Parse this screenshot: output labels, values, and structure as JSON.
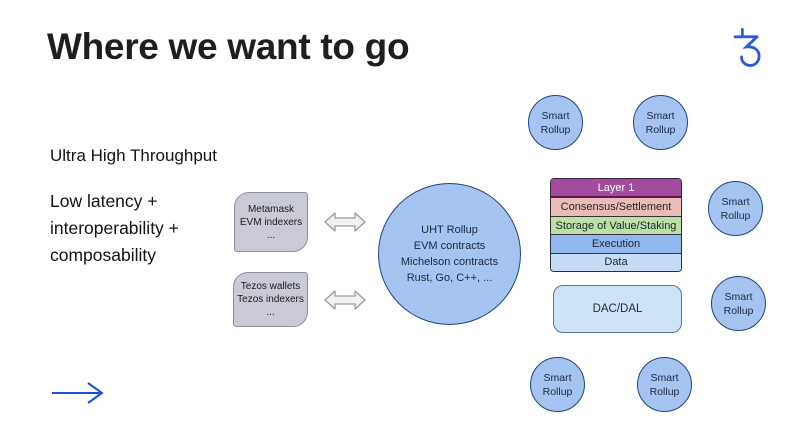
{
  "slide": {
    "title": "Where we want to go",
    "left_text": {
      "line1": "Ultra High Throughput",
      "block2": "Low latency +\ninteroperability +\ncomposability"
    }
  },
  "icons": {
    "tezos_logo": "tz",
    "double_arrow": "left-right double arrow",
    "next_arrow": "right arrow"
  },
  "gray_boxes": [
    {
      "lines": [
        "Metamask",
        "EVM indexers",
        "..."
      ]
    },
    {
      "lines": [
        "Tezos wallets",
        "Tezos indexers",
        "..."
      ]
    }
  ],
  "main_circle": {
    "lines": [
      "UHT Rollup",
      "EVM contracts",
      "Michelson contracts",
      "Rust, Go, C++, ..."
    ]
  },
  "stack": {
    "rows": [
      {
        "label": "Layer 1",
        "bg": "#a34b9d",
        "text_color": "#ffffff"
      },
      {
        "label": "Consensus/Settlement",
        "bg": "#eabcb6",
        "text_color": "#1c2430"
      },
      {
        "label": "Storage of Value/Staking",
        "bg": "#bcdfa6",
        "text_color": "#1c2430"
      },
      {
        "label": "Execution",
        "bg": "#90b7ee",
        "text_color": "#1c2430"
      },
      {
        "label": "Data",
        "bg": "#c6dcf4",
        "text_color": "#1c2430"
      }
    ]
  },
  "dac_box": {
    "label": "DAC/DAL"
  },
  "smart_rollups": [
    {
      "label": "Smart\nRollup"
    },
    {
      "label": "Smart\nRollup"
    },
    {
      "label": "Smart\nRollup"
    },
    {
      "label": "Smart\nRollup"
    },
    {
      "label": "Smart\nRollup"
    },
    {
      "label": "Smart\nRollup"
    }
  ],
  "colors": {
    "background": "#ffffff",
    "title_text": "#1e1e1e",
    "tezos_blue": "#2b5bd7",
    "circle_fill": "#a5c4f1",
    "circle_border": "#20457f",
    "gray_box_fill": "#c9cad6",
    "gray_box_border": "#8f909e",
    "dac_fill": "#cfe3f6",
    "next_arrow_blue": "#1a4fd6"
  }
}
